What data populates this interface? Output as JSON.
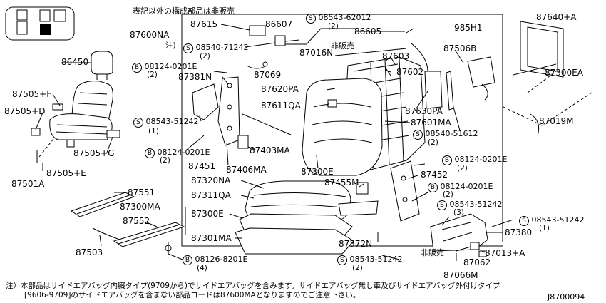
{
  "header_note": "表記以外の構成部品は非販売",
  "footer_note_line1": "注）本部品はサイドエアバッグ内臓タイプ(9709から)でサイドエアバッグを含みます。サイドエアバッグ無し車及びサイドエアバッグ外付けタイプ",
  "footer_note_line2": "[9606-9709]のサイドエアバッグを含まない部品コードは87600MAとなりますのでご注意下さい。",
  "diagram_code": "J8700094",
  "labels": {
    "p86450": "86450",
    "p87505F": "87505+F",
    "p87505D": "87505+D",
    "p87505G": "87505+G",
    "p87505E": "87505+E",
    "p87501A": "87501A",
    "p87600NA": "87600NA",
    "chu": "注)",
    "p87615": "87615",
    "p86607": "86607",
    "s08543_62012": "08543-62012",
    "s08543_62012_q": "(2)",
    "p86605": "86605",
    "s08540_71242": "08540-71242",
    "s08540_71242_q": "(2)",
    "p87016N": "87016N",
    "hanbai1": "非販売",
    "p87603": "87603",
    "p87640A": "87640+A",
    "p985H1": "985H1",
    "p87506B": "87506B",
    "p87300EA": "87300EA",
    "b08124_0201E_a": "08124-0201E",
    "b08124_0201E_a_q": "(2)",
    "p87069": "87069",
    "p87602": "87602",
    "p87381N": "87381N",
    "p87620PA": "87620PA",
    "p87611QA": "87611QA",
    "p87630PA": "87630PA",
    "s08543_51242_a": "08543-51242",
    "s08543_51242_a_q": "(1)",
    "p87601MA": "87601MA",
    "p87019M": "87019M",
    "s08540_51612": "08540-51612",
    "s08540_51612_q": "(2)",
    "b08124_0201E_b": "08124-0201E",
    "b08124_0201E_b_q": "(2)",
    "p87403MA": "87403MA",
    "p87451": "87451",
    "p87406MA": "87406MA",
    "p87300E_top": "87300E",
    "b08124_0201E_c": "08124-0201E",
    "b08124_0201E_c_q": "(2)",
    "p87452": "87452",
    "p87455M": "87455M",
    "b08124_0201E_d": "08124-0201E",
    "b08124_0201E_d_q": "(2)",
    "p87551": "87551",
    "p87320NA": "87320NA",
    "p87311QA": "87311QA",
    "p87300MA": "87300MA",
    "p87300E": "87300E",
    "p87552": "87552",
    "s08543_51242_b": "08543-51242",
    "s08543_51242_b_q": "(3)",
    "s08543_51242_c": "08543-51242",
    "s08543_51242_c_q": "(1)",
    "p87380": "87380",
    "p87301MA": "87301MA",
    "p87372N": "87372N",
    "p87503": "87503",
    "hanbai2": "非販売",
    "p87013A": "87013+A",
    "b08126_8201E": "08126-8201E",
    "b08126_8201E_q": "(4)",
    "s08543_51242_d": "08543-51242",
    "s08543_51242_d_q": "(2)",
    "p87062": "87062",
    "p87066M": "87066M"
  },
  "symbols": {
    "s": "S",
    "b": "B"
  },
  "colors": {
    "ink": "#000000",
    "paper": "#ffffff",
    "locator_fill": "#000000"
  }
}
